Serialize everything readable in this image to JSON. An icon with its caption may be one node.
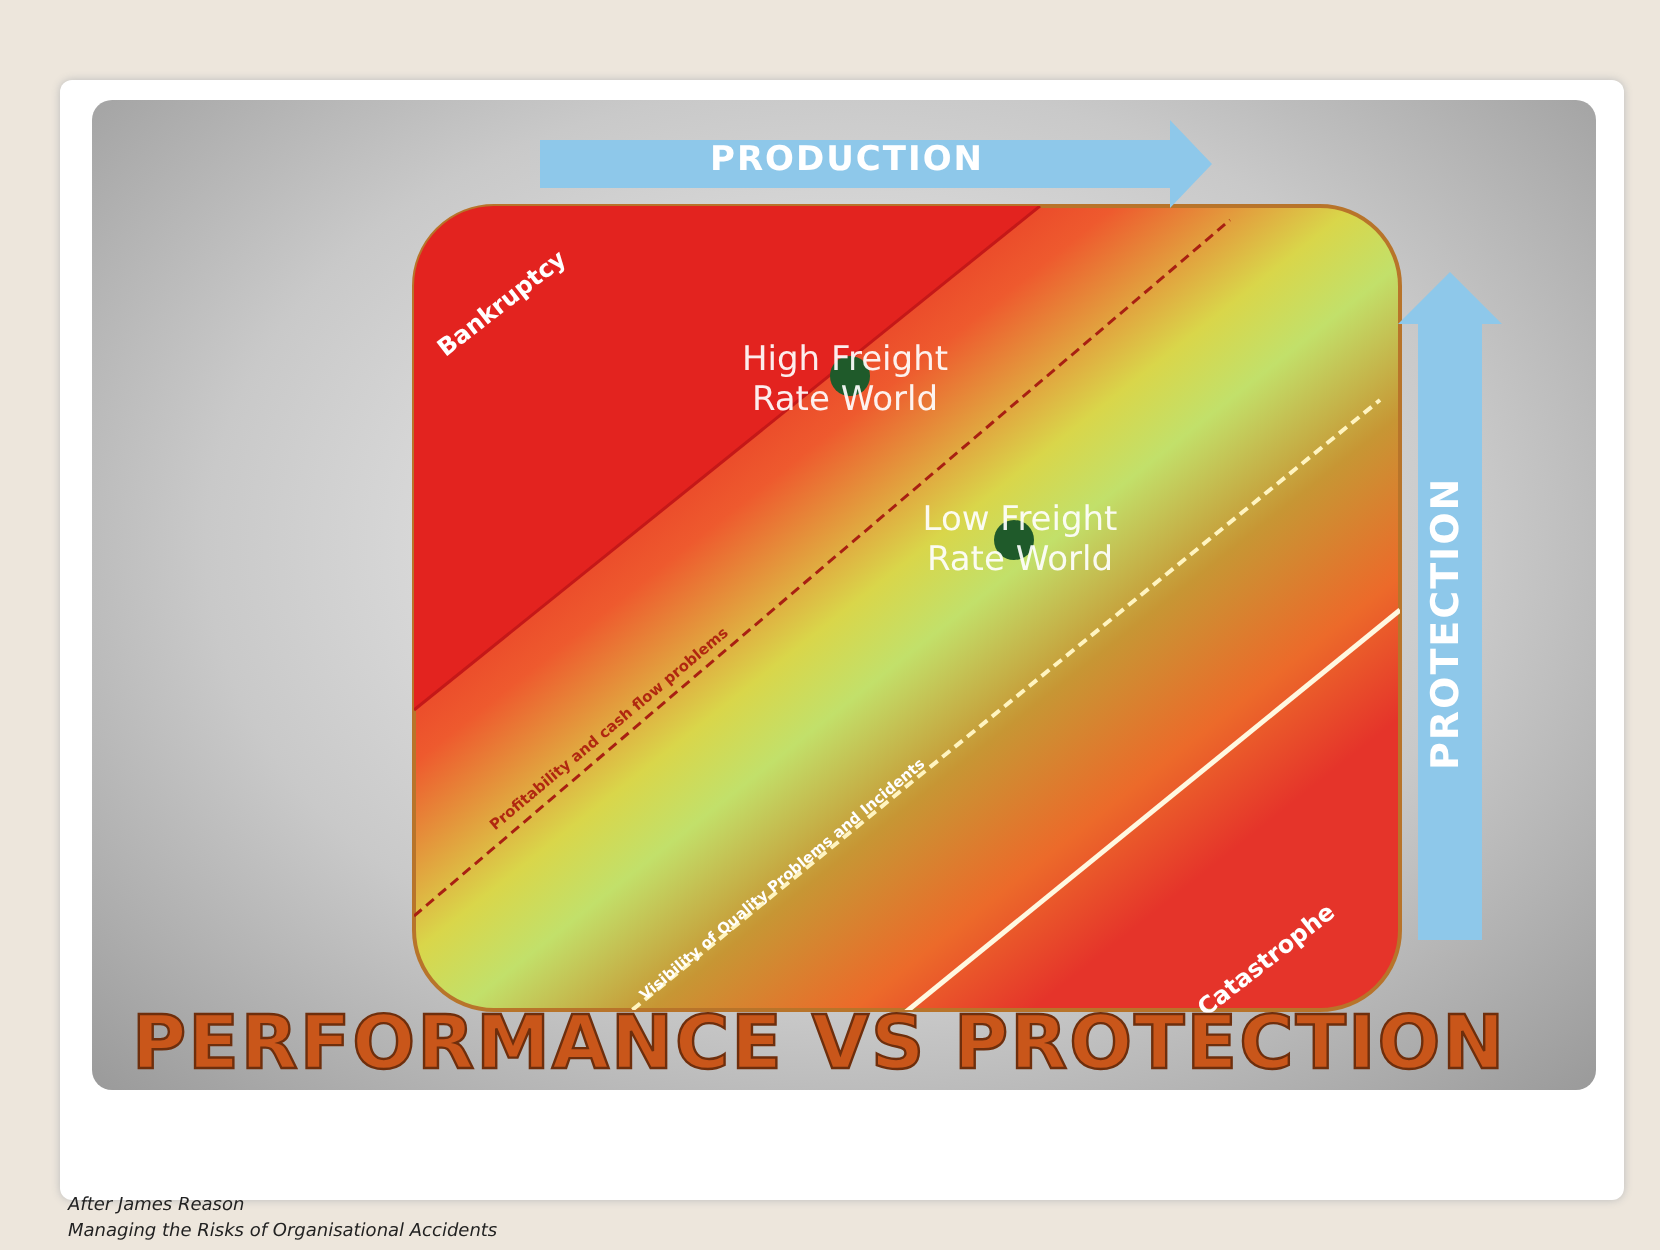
{
  "diagram": {
    "title": "PERFORMANCE VS PROTECTION",
    "caption": "After James Reason",
    "labels": [
      "PRODUCTION",
      "Bankruptcy",
      "High Freight Rate World",
      "PROTECTION",
      "Low Freight Rate World",
      "Profitability and cash flow problems",
      "Visibility of Quality Problems and Incidents",
      "Catastrophe",
      "Managing the Risks of Organisational Accidents"
    ]
  }
}
